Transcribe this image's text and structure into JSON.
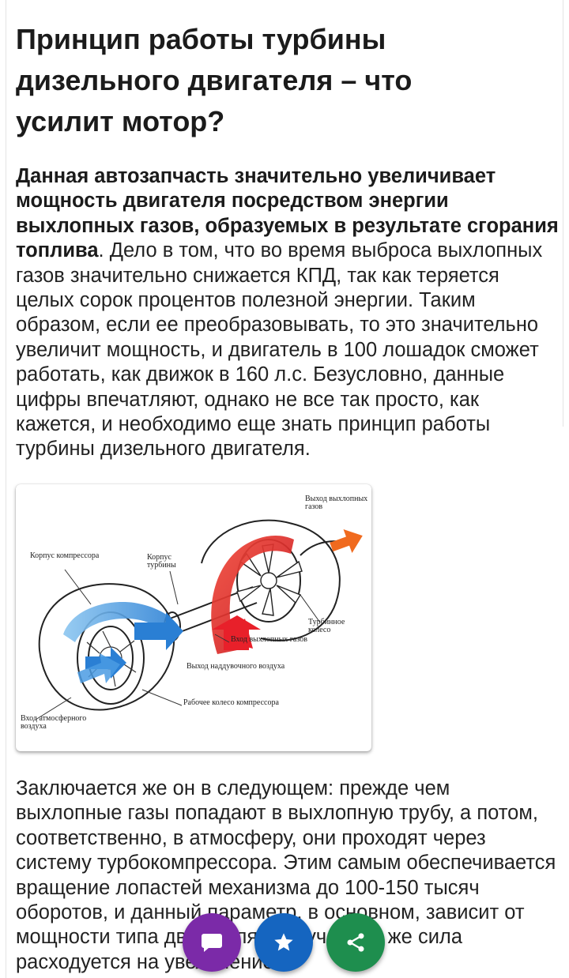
{
  "article": {
    "title": "Принцип работы турбины дизельного двигателя – что усилит мотор?",
    "lead_bold": "Данная автозапчасть значительно увеличивает мощность двигателя посредством энергии выхлопных газов, образуемых в результате сгорания топлива",
    "lead_rest": ". Дело в том, что во время выброса выхлопных газов значительно снижается КПД, так как теряется целых сорок процентов полезной энергии. Таким образом, если ее преобразовывать, то это значительно увеличит мощность, и двигатель в 100 лошадок сможет работать, как движок в 160 л.с. Безусловно, данные цифры впечатляют, однако не все так просто, как кажется, и необходимо еще знать принцип работы турбины дизельного двигателя.",
    "paragraph2": "Заключается же он в следующем: прежде чем выхлопные газы попадают в выхлопную трубу, а потом, соответственно, в атмосферу, они проходят через систему турбокомпрессора. Этим самым обеспечивается вращение лопастей механизма до 100-150 тысяч оборотов, и данный параметр, в основном, зависит от мощности типа двигателя. Полученная же сила расходуется на увеличение"
  },
  "diagram": {
    "labels": {
      "exhaust_out": "Выход выхлопных газов",
      "compressor_housing": "Корпус компрессора",
      "turbine_housing": "Корпус турбины",
      "turbine_wheel": "Турбинное колесо",
      "exhaust_in": "Вход выхлопных газов",
      "boost_out": "Выход наддувочного воздуха",
      "compressor_wheel": "Рабочее колесо компрессора",
      "atm_in": "Вход атмосферного воздуха"
    },
    "colors": {
      "exhaust": "#e8202a",
      "exhaust_arrow": "#f06a1e",
      "intake": "#2a7fd4"
    }
  },
  "fabs": [
    {
      "icon": "chat-icon",
      "color": "#7b2aa8"
    },
    {
      "icon": "star-icon",
      "color": "#1565c0"
    },
    {
      "icon": "share-icon",
      "color": "#1e8e4e"
    }
  ]
}
